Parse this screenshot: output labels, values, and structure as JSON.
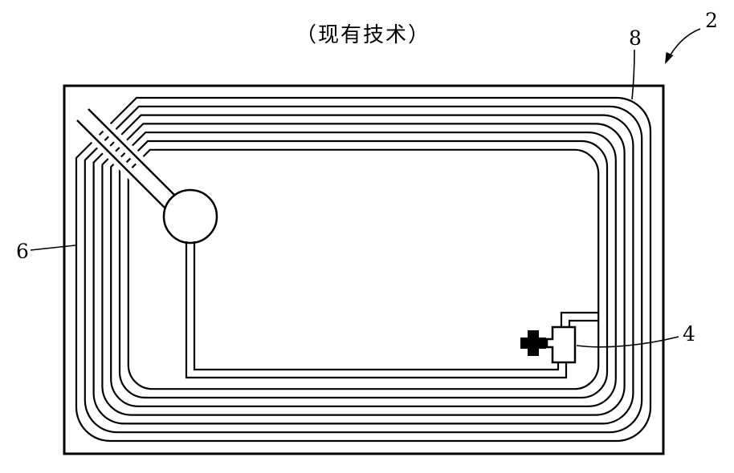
{
  "figure": {
    "title": "（现有技术）",
    "labels": {
      "tag": "2",
      "coil_top": "8",
      "coil_left": "6",
      "chip": "4"
    },
    "coil_turns": 7,
    "colors": {
      "line": "#000000",
      "background": "#ffffff"
    }
  }
}
